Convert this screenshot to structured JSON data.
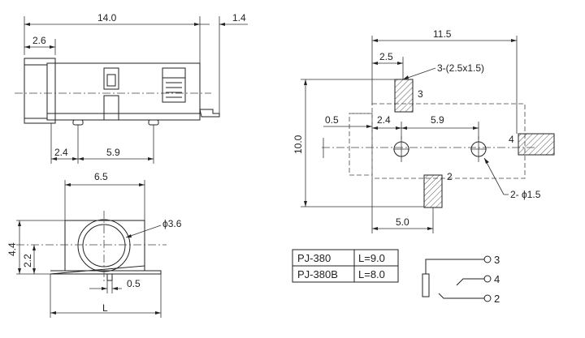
{
  "side_view": {
    "overall_length": "14.0",
    "pin_thickness": "1.4",
    "front_offset": "2.6",
    "pin_offset": "2.4",
    "pin_spacing": "5.9"
  },
  "front_view": {
    "width": "6.5",
    "hole_diameter": "ϕ3.6",
    "height": "4.4",
    "center_height": "2.2",
    "tab_width": "0.5",
    "length_label": "L"
  },
  "footprint": {
    "overall": "11.5",
    "pad_offset": "2.5",
    "pad_note": "3-(2.5x1.5)",
    "height": "10.0",
    "offset_05": "0.5",
    "hole_offset": "2.4",
    "hole_spacing": "5.9",
    "pad_bottom_offset": "5.0",
    "hole_note": "2- ϕ1.5",
    "pad_labels": [
      "3",
      "4",
      "2"
    ]
  },
  "models_table": {
    "rows": [
      {
        "model": "PJ-380",
        "length": "L=9.0"
      },
      {
        "model": "PJ-380B",
        "length": "L=8.0"
      }
    ]
  },
  "schematic": {
    "pins": [
      "3",
      "4",
      "2"
    ]
  }
}
